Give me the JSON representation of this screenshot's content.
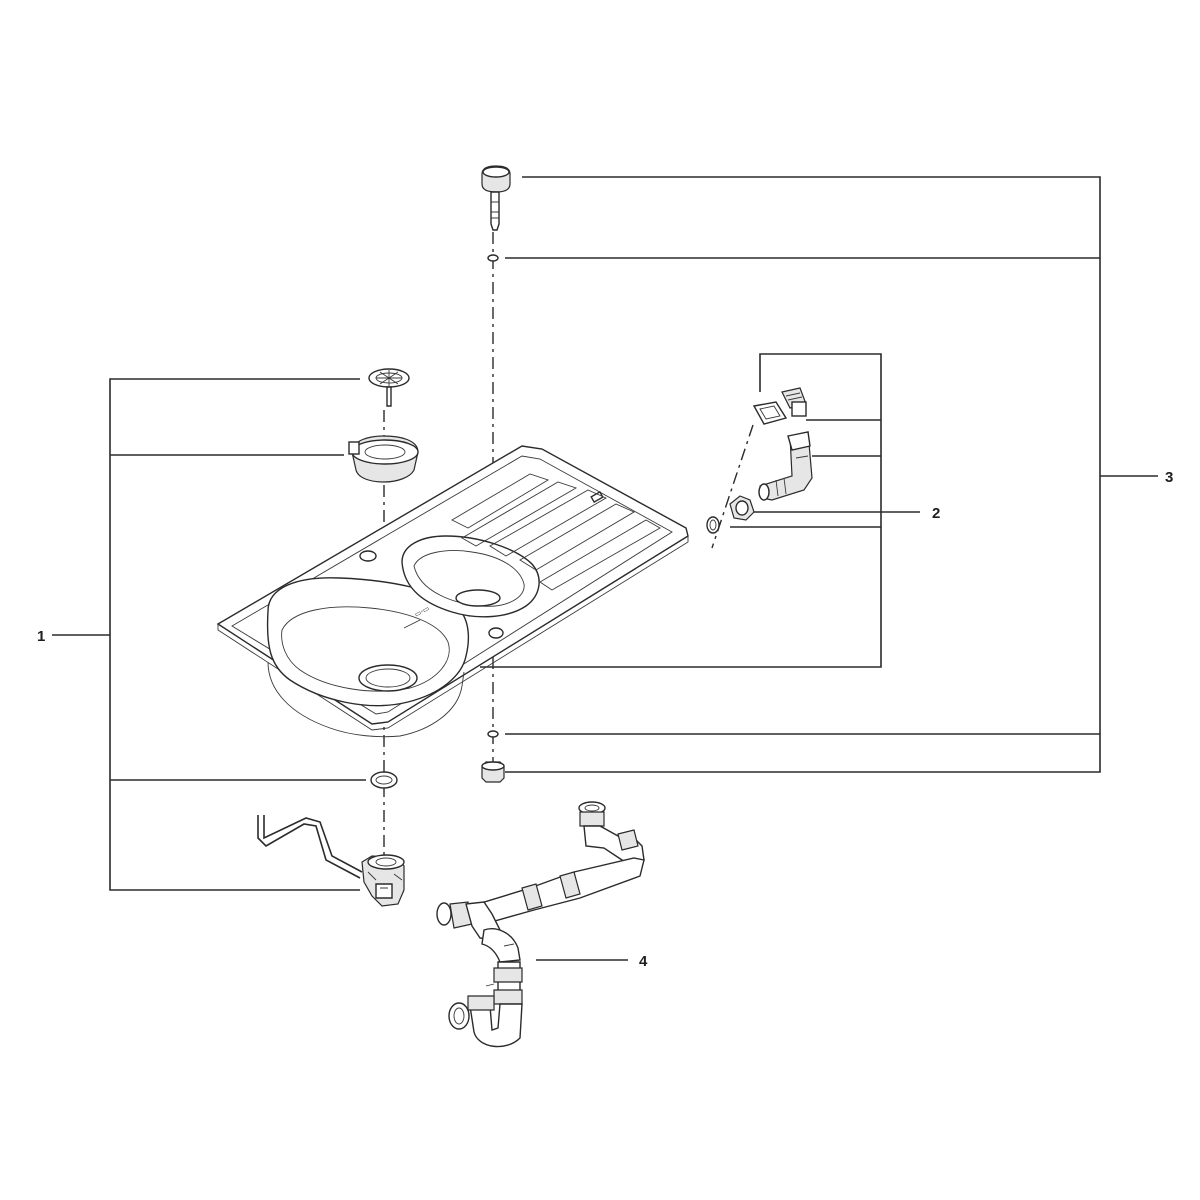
{
  "callouts": {
    "group_1": "1",
    "group_2": "2",
    "group_3": "3",
    "group_4": "4"
  }
}
